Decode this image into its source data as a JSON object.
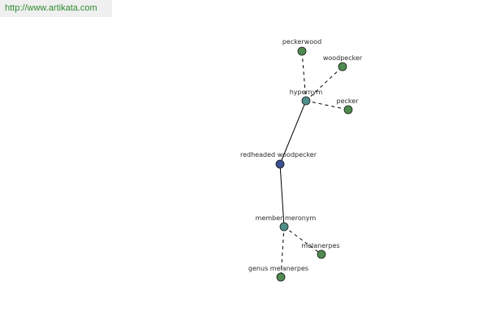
{
  "header": {
    "url": "http://www.artikata.com"
  },
  "colors": {
    "url_text": "#2f8a2f",
    "leaf_node": "#4f8a4f",
    "relation_node": "#4f8f8a",
    "center_node": "#3a4f8f",
    "edge": "#000000"
  },
  "graph": {
    "nodes": [
      {
        "id": "center",
        "label": "redheaded woodpecker",
        "kind": "center"
      },
      {
        "id": "hypernym",
        "label": "hypernym",
        "kind": "relation"
      },
      {
        "id": "peckerwood",
        "label": "peckerwood",
        "kind": "leaf"
      },
      {
        "id": "woodpecker",
        "label": "woodpecker",
        "kind": "leaf"
      },
      {
        "id": "pecker",
        "label": "pecker",
        "kind": "leaf"
      },
      {
        "id": "member_meronym",
        "label": "member meronym",
        "kind": "relation"
      },
      {
        "id": "melanerpes",
        "label": "melanerpes",
        "kind": "leaf"
      },
      {
        "id": "genus_melanerpes",
        "label": "genus melanerpes",
        "kind": "leaf"
      }
    ],
    "edges": [
      {
        "from": "center",
        "to": "hypernym",
        "style": "solid"
      },
      {
        "from": "center",
        "to": "member_meronym",
        "style": "solid"
      },
      {
        "from": "hypernym",
        "to": "peckerwood",
        "style": "dashed"
      },
      {
        "from": "hypernym",
        "to": "woodpecker",
        "style": "dashed"
      },
      {
        "from": "hypernym",
        "to": "pecker",
        "style": "dashed"
      },
      {
        "from": "member_meronym",
        "to": "melanerpes",
        "style": "dashed"
      },
      {
        "from": "member_meronym",
        "to": "genus_melanerpes",
        "style": "dashed"
      }
    ]
  }
}
